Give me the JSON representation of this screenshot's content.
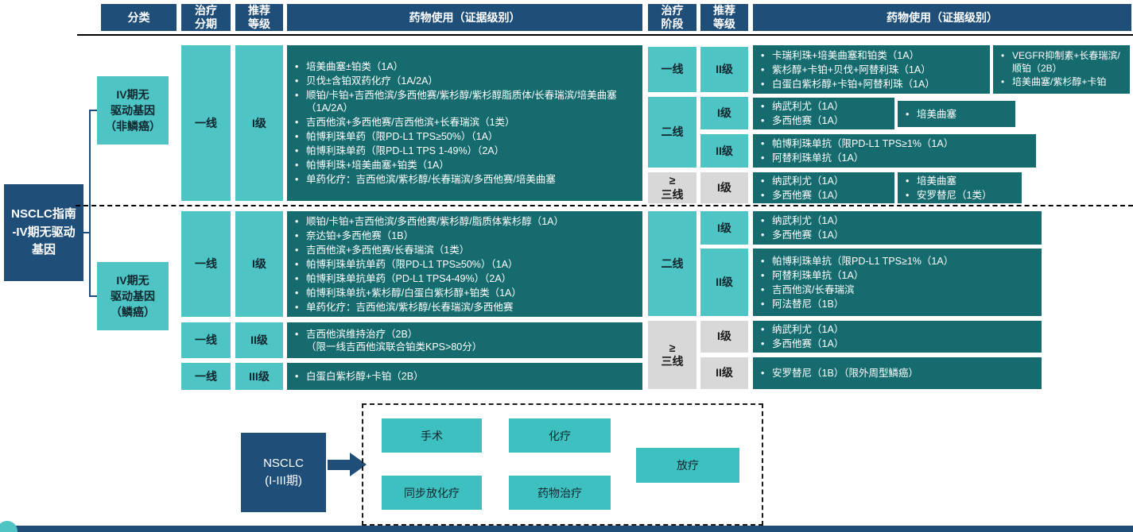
{
  "colors": {
    "navy": "#1F4E79",
    "teal": "#4EC4C4",
    "dark_teal": "#166B6E",
    "gray": "#D8D8D8"
  },
  "header": {
    "classification": "分类",
    "stage": "治疗\n分期",
    "level_left": "推荐\n等级",
    "drugs_left": "药物使用（证据级别）",
    "phase": "治疗\n阶段",
    "level_right": "推荐\n等级",
    "drugs_right": "药物使用（证据级别）"
  },
  "tree": {
    "root": "NSCLC指南\n-IV期无驱动\n基因",
    "nonsquamous": "IV期无\n驱动基因\n（非鳞癌）",
    "squamous": "IV期无\n驱动基因\n（鳞癌）"
  },
  "nonsq": {
    "left": {
      "stage": "一线",
      "level": "I级",
      "drugs": [
        "培美曲塞±铂类（1A）",
        "贝伐±含铂双药化疗（1A/2A）",
        "顺铂/卡铂+吉西他滨/多西他赛/紫杉醇/紫杉醇脂质体/长春瑞滨/培美曲塞（1A/2A）",
        "吉西他滨+多西他赛/吉西他滨+长春瑞滨（1类）",
        "帕博利珠单药（限PD-L1 TPS≥50%）（1A）",
        "帕博利珠单药（限PD-L1 TPS 1-49%）（2A）",
        "帕博利珠+培美曲塞+铂类（1A）",
        "单药化疗：吉西他滨/紫杉醇/长春瑞滨/多西他赛/培美曲塞"
      ]
    },
    "right": {
      "row1": {
        "phase": "一线",
        "level": "II级",
        "drugs_a": [
          "卡瑞利珠+培美曲塞和铂类（1A）",
          "紫杉醇+卡铂+贝伐+阿替利珠（1A）",
          "白蛋白紫杉醇+卡铂+阿替利珠（1A）"
        ],
        "drugs_b": [
          "VEGFR抑制素+长春瑞滨/顺铂（2B）",
          "培美曲塞/紫杉醇+卡铂"
        ]
      },
      "row2": {
        "phase": "二线",
        "level_i": "I级",
        "drugs_i": [
          "纳武利尤（1A）",
          "多西他赛（1A）"
        ],
        "drugs_i_extra": [
          "培美曲塞"
        ],
        "level_ii": "II级",
        "drugs_ii": [
          "帕博利珠单抗（限PD-L1 TPS≥1%（1A）",
          "阿替利珠单抗（1A）"
        ]
      },
      "row3": {
        "phase": "≥\n三线",
        "level": "I级",
        "drugs_a": [
          "纳武利尤（1A）",
          "多西他赛（1A）"
        ],
        "drugs_b": [
          "培美曲塞",
          "安罗替尼（1类）"
        ]
      }
    }
  },
  "sq": {
    "left": {
      "row1": {
        "stage": "一线",
        "level": "I级",
        "drugs": [
          "顺铂/卡铂+吉西他滨/多西他赛/紫杉醇/脂质体紫杉醇（1A）",
          "奈达铂+多西他赛（1B）",
          "吉西他滨+多西他赛/长春瑞滨（1类）",
          "帕博利珠单抗单药（限PD-L1 TPS≥50%）（1A）",
          "帕博利珠单抗单药（PD-L1 TPS4-49%）（2A）",
          "帕博利珠单抗+紫杉醇/白蛋白紫杉醇+铂类（1A）",
          "单药化疗：吉西他滨/紫杉醇/长春瑞滨/多西他赛"
        ]
      },
      "row2": {
        "stage": "一线",
        "level": "II级",
        "drugs": [
          "吉西他滨维持治疗（2B）\n（限一线吉西他滨联合铂类KPS>80分）"
        ]
      },
      "row3": {
        "stage": "一线",
        "level": "III级",
        "drugs": [
          "白蛋白紫杉醇+卡铂（2B）"
        ]
      }
    },
    "right": {
      "row1": {
        "phase": "二线",
        "level_i": "I级",
        "drugs_i": [
          "纳武利尤（1A）",
          "多西他赛（1A）"
        ],
        "level_ii": "II级",
        "drugs_ii": [
          "帕博利珠单抗（限PD-L1 TPS≥1%（1A）",
          "阿替利珠单抗（1A）",
          "吉西他滨/长春瑞滨",
          "阿法替尼（1B）"
        ]
      },
      "row2": {
        "phase": "≥\n三线",
        "level_i": "I级",
        "drugs_i": [
          "纳武利尤（1A）",
          "多西他赛（1A）"
        ],
        "level_ii": "II级",
        "drugs_ii": [
          "安罗替尼（1B）（限外周型鳞癌）"
        ]
      }
    }
  },
  "bottom": {
    "nsclc": "NSCLC\n(I-III期)",
    "surgery": "手术",
    "chemo": "化疗",
    "concurrent_crt": "同步放化疗",
    "drug_therapy": "药物治疗",
    "radiotherapy": "放疗"
  }
}
